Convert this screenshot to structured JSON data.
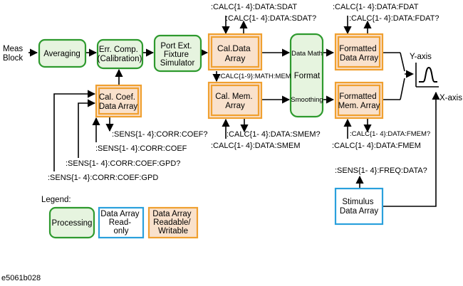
{
  "inputs": {
    "meas_block": [
      "Meas",
      "Block"
    ]
  },
  "blocks": {
    "averaging": [
      "Averaging"
    ],
    "err_comp": [
      "Err. Comp.",
      "(Calibration)"
    ],
    "port_ext": [
      "Port Ext.",
      "Fixture",
      "Simulator"
    ],
    "cal_data": [
      "Cal.Data",
      "Array"
    ],
    "cal_mem": [
      "Cal. Mem.",
      "Array"
    ],
    "processing": [
      "Data Math",
      "Format",
      "Smoothing"
    ],
    "fmt_data": [
      "Formatted",
      "Data Array"
    ],
    "fmt_mem": [
      "Formatted",
      "Mem. Array"
    ],
    "cal_coef": [
      "Cal. Coef.",
      "Data Array"
    ],
    "stimulus": [
      "Stimulus",
      "Data Array"
    ]
  },
  "commands": {
    "sdat_write": ":CALC{1- 4}:DATA:SDAT",
    "sdat_query": ":CALC{1- 4}:DATA:SDAT?",
    "fdat_write": ":CALC{1- 4}:DATA:FDAT",
    "fdat_query": ":CALC{1- 4}:DATA:FDAT?",
    "math_mem": ":CALC{1-9}:MATH:MEM",
    "smem_query": ":CALC{1- 4}:DATA:SMEM?",
    "smem_write": ":CALC{1- 4}:DATA:SMEM",
    "fmem_query": ":CALC{1- 4}:DATA:FMEM?",
    "fmem_write": ":CALC{1- 4}:DATA:FMEM",
    "coef_query": ":SENS{1- 4}:CORR:COEF?",
    "coef_write": ":SENS{1- 4}:CORR:COEF",
    "gpd_query": ":SENS{1- 4}:CORR:COEF:GPD?",
    "gpd_write": ":SENS{1- 4}:CORR:COEF:GPD",
    "freq_query": ":SENS{1- 4}:FREQ:DATA?"
  },
  "display": {
    "y_axis": "Y-axis",
    "x_axis": "X-axis"
  },
  "legend": {
    "title": "Legend:",
    "processing": [
      "Processing"
    ],
    "read_only": [
      "Data Array",
      "Read-",
      "only"
    ],
    "read_write": [
      "Data Array",
      "Readable/",
      "Writable"
    ]
  },
  "figure_id": "e5061b028",
  "colors": {
    "processing": "#2e9a2e",
    "read_only": "#2aa0dc",
    "read_write": "#f0a030"
  }
}
